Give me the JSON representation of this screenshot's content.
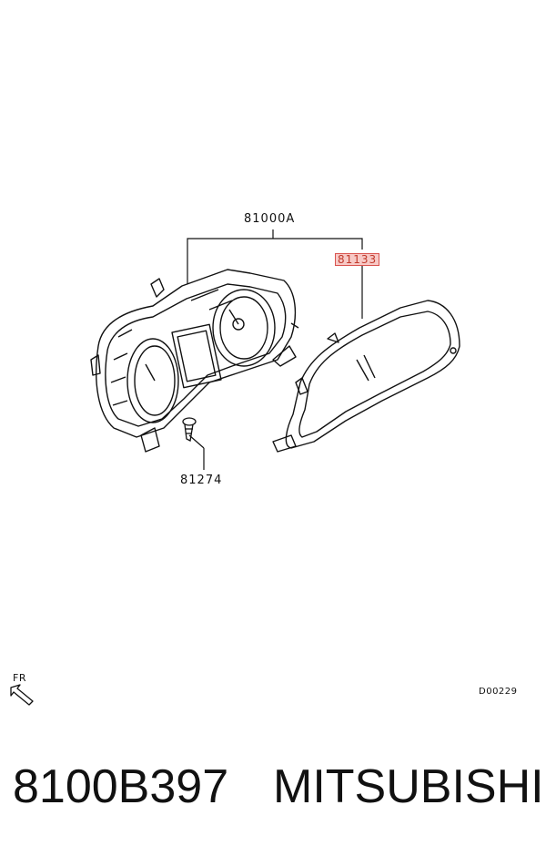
{
  "labels": {
    "assembly": "81000A",
    "lens": "81133",
    "screw": "81274",
    "front": "FR",
    "diagram_code": "D00229"
  },
  "footer": {
    "part_number": "8100B397",
    "brand": "MITSUBISHI"
  },
  "colors": {
    "highlight_border": "#d9534f",
    "highlight_fill": "#f7c9c6",
    "line": "#111111"
  },
  "icons": {
    "front_arrow": "arrow-up-left-icon"
  }
}
